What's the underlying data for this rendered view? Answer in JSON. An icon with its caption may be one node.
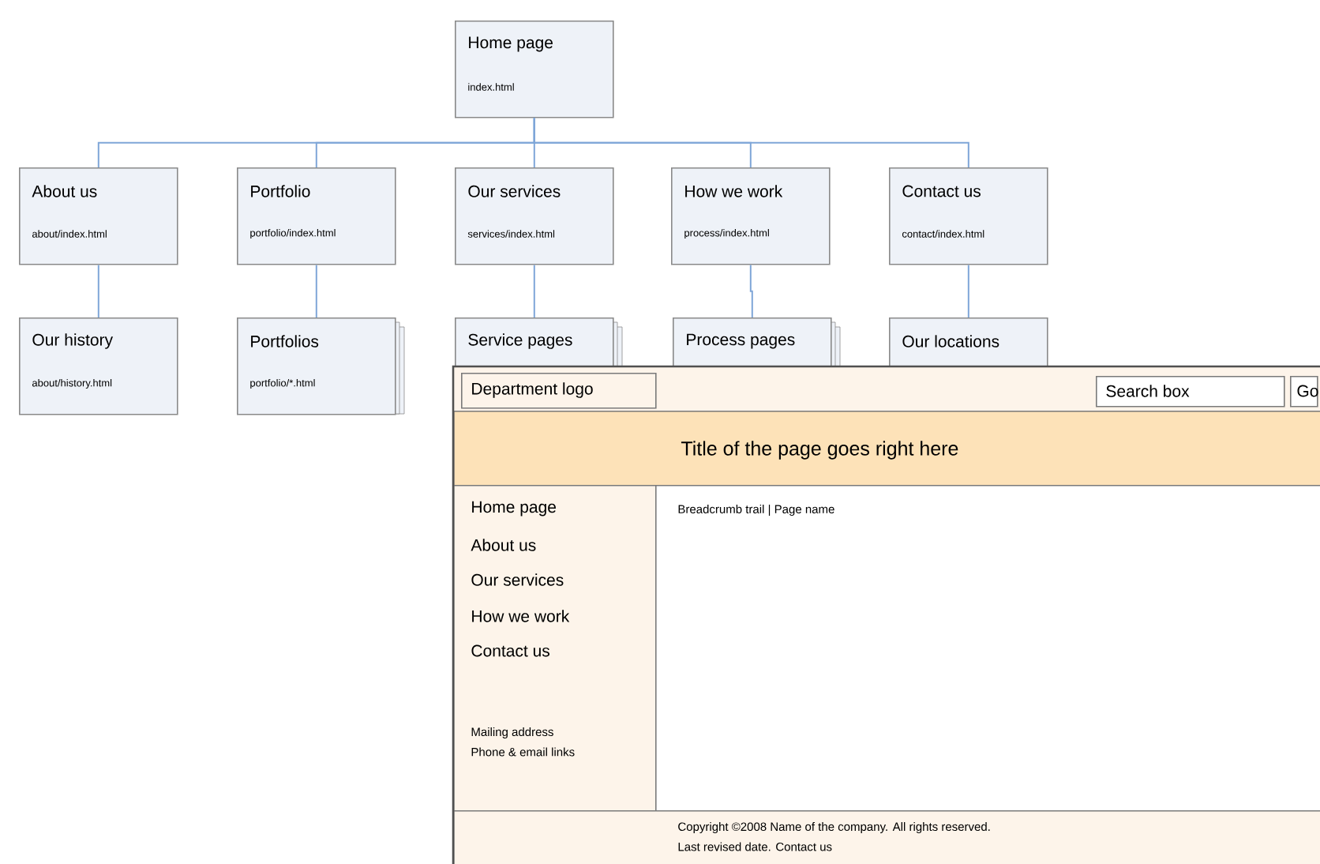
{
  "diagram": {
    "nodes": [
      {
        "text": [
          "Home page",
          "index.html"
        ]
      },
      {
        "text": [
          "About us",
          "about/index.html"
        ]
      },
      {
        "text": [
          "Portfolio",
          "portfolio/index.html"
        ]
      },
      {
        "text": [
          "Our services",
          "services/index.html"
        ]
      },
      {
        "text": [
          "How we work",
          "process/index.html"
        ]
      },
      {
        "text": [
          "Contact us",
          "contact/index.html"
        ]
      },
      {
        "text": [
          "Our history",
          "about/history.html"
        ]
      },
      {
        "text": [
          "Portfolios",
          "portfolio/*.html"
        ]
      },
      {
        "text": [
          "Service pages"
        ]
      },
      {
        "text": [
          "Process pages"
        ]
      },
      {
        "text": [
          "Our locations"
        ]
      },
      {
        "text": [
          "Department logo"
        ]
      },
      {
        "text": [
          "Search box"
        ]
      },
      {
        "text": [
          "Go"
        ]
      },
      {
        "text": [
          "Title of the page goes right here"
        ]
      },
      {
        "text": [
          "Home page",
          "About us",
          "Our services",
          "How we work",
          "Contact us",
          "Mailing address",
          "Phone & email links"
        ]
      },
      {
        "text": [
          "Breadcrumb trail  |  Page name"
        ]
      },
      {
        "text": [
          "Copyright ©2008  Name of the company. All rights reserved.",
          "Last revised date.    Contact us"
        ]
      }
    ],
    "edges": [
      {
        "from": 0,
        "to": 1,
        "arrow": "none"
      },
      {
        "from": 0,
        "to": 2,
        "arrow": "none"
      },
      {
        "from": 0,
        "to": 3,
        "arrow": "none"
      },
      {
        "from": 0,
        "to": 4,
        "arrow": "none"
      },
      {
        "from": 0,
        "to": 5,
        "arrow": "none"
      },
      {
        "from": 1,
        "to": 6,
        "arrow": "none"
      },
      {
        "from": 2,
        "to": 7,
        "arrow": "none"
      },
      {
        "from": 3,
        "to": 8,
        "arrow": "none"
      },
      {
        "from": 4,
        "to": 9,
        "arrow": "none"
      },
      {
        "from": 5,
        "to": 10,
        "arrow": "none"
      }
    ]
  }
}
